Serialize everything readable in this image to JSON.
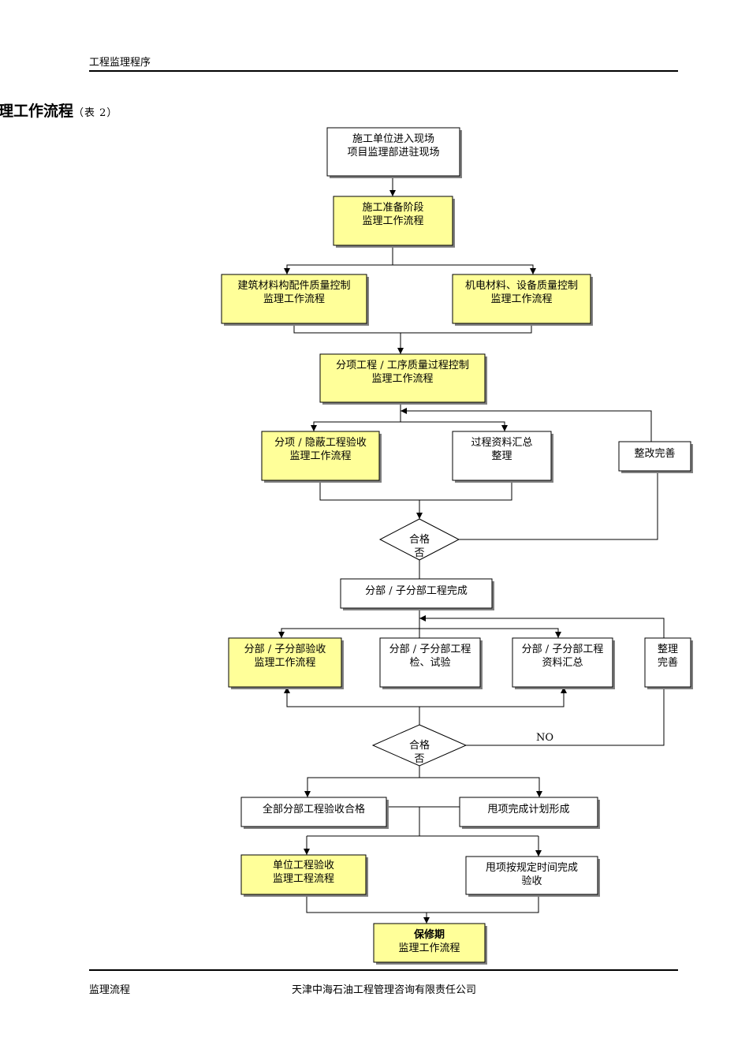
{
  "header": {
    "text": "工程监理程序"
  },
  "title": {
    "main": "理工作流程",
    "sub": "（表 2）"
  },
  "footer": {
    "left": "监理流程",
    "center": "天津中海石油工程管理咨询有限责任公司"
  },
  "colors": {
    "highlight": "#FFFF99",
    "plain": "#FFFFFF",
    "stroke": "#000000",
    "shadow": "#808080"
  },
  "nodes": {
    "enter_site": [
      "施工单位进入现场",
      "项目监理部进驻现场"
    ],
    "prep_stage": [
      "施工准备阶段",
      "监理工作流程"
    ],
    "building_material": [
      "建筑材料构配件质量控制",
      "监理工作流程"
    ],
    "mep_material": [
      "机电材料、设备质量控制",
      "监理工作流程"
    ],
    "subitem_process": [
      "分项工程 / 工序质量过程控制",
      "监理工作流程"
    ],
    "subitem_hidden": [
      "分项 / 隐蔽工程验收",
      "监理工作流程"
    ],
    "process_docs": [
      "过程资料汇总",
      "整理"
    ],
    "rectify": [
      "整改完善"
    ],
    "qualified_1": [
      "合格",
      "否"
    ],
    "division_complete": [
      "分部 / 子分部工程完成"
    ],
    "division_accept": [
      "分部 / 子分部验收",
      "监理工作流程"
    ],
    "division_test": [
      "分部 / 子分部工程",
      "检、试验"
    ],
    "division_docs": [
      "分部 / 子分部工程",
      "资料汇总"
    ],
    "rectify_2": [
      "整理",
      "完善"
    ],
    "qualified_2": [
      "合格",
      "否"
    ],
    "no_label": "NO",
    "all_qualified": [
      "全部分部工程验收合格"
    ],
    "pending_plan": [
      "甩项完成计划形成"
    ],
    "unit_accept": [
      "单位工程验收",
      "监理工程流程"
    ],
    "pending_done": [
      "甩项按规定时间完成",
      "验收"
    ],
    "warranty": [
      "保修期",
      "监理工作流程"
    ]
  }
}
